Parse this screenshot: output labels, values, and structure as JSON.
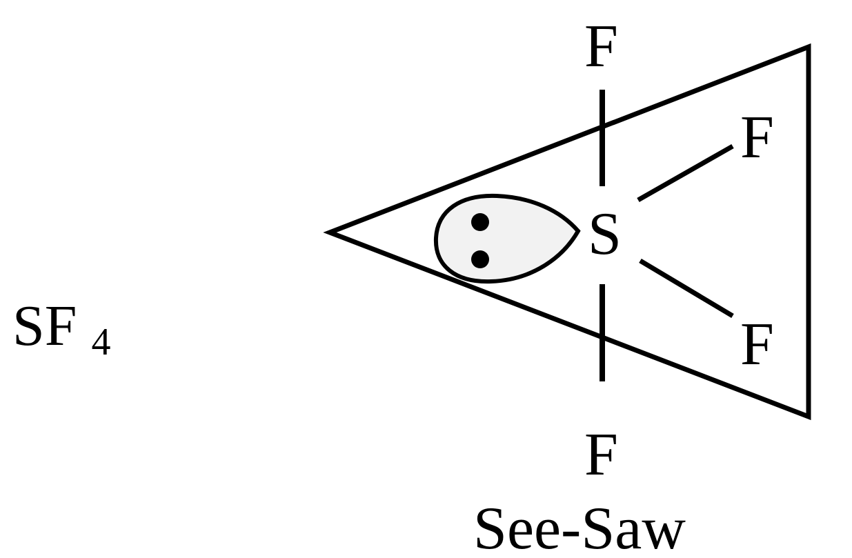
{
  "formula": {
    "main": "SF",
    "subscript": "4"
  },
  "atoms": {
    "central": "S",
    "top": "F",
    "bottom": "F",
    "equatorial_upper": "F",
    "equatorial_lower": "F"
  },
  "caption": "See-Saw",
  "lone_pair": {
    "electrons": 2
  },
  "colors": {
    "ink": "#000000",
    "background": "#ffffff"
  }
}
